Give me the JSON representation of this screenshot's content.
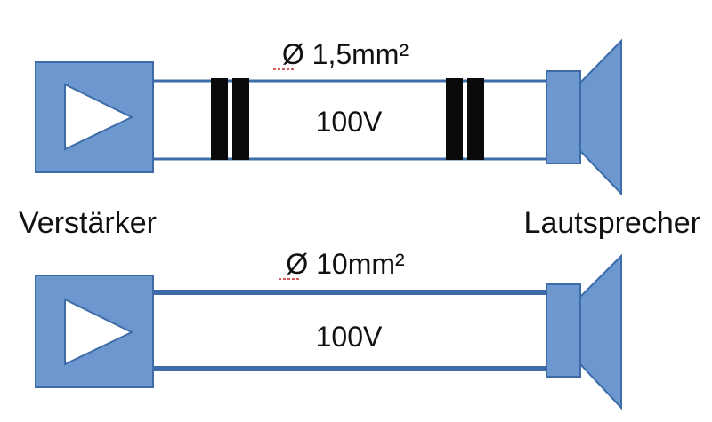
{
  "colors": {
    "fill": "#6c98cf",
    "stroke": "#3d6ca8",
    "wire": "#3d6ca8",
    "transformer": "#0a0a0a",
    "text": "#111111",
    "spellcheck_underline": "#cc2222"
  },
  "top_row": {
    "cable_cross_section": "Ø 1,5mm²",
    "voltage": "100V",
    "has_transformers": true
  },
  "labels": {
    "amplifier": "Verstärker",
    "speaker": "Lautsprecher"
  },
  "bottom_row": {
    "cable_cross_section": "Ø 10mm²",
    "voltage": "100V",
    "has_transformers": false
  }
}
